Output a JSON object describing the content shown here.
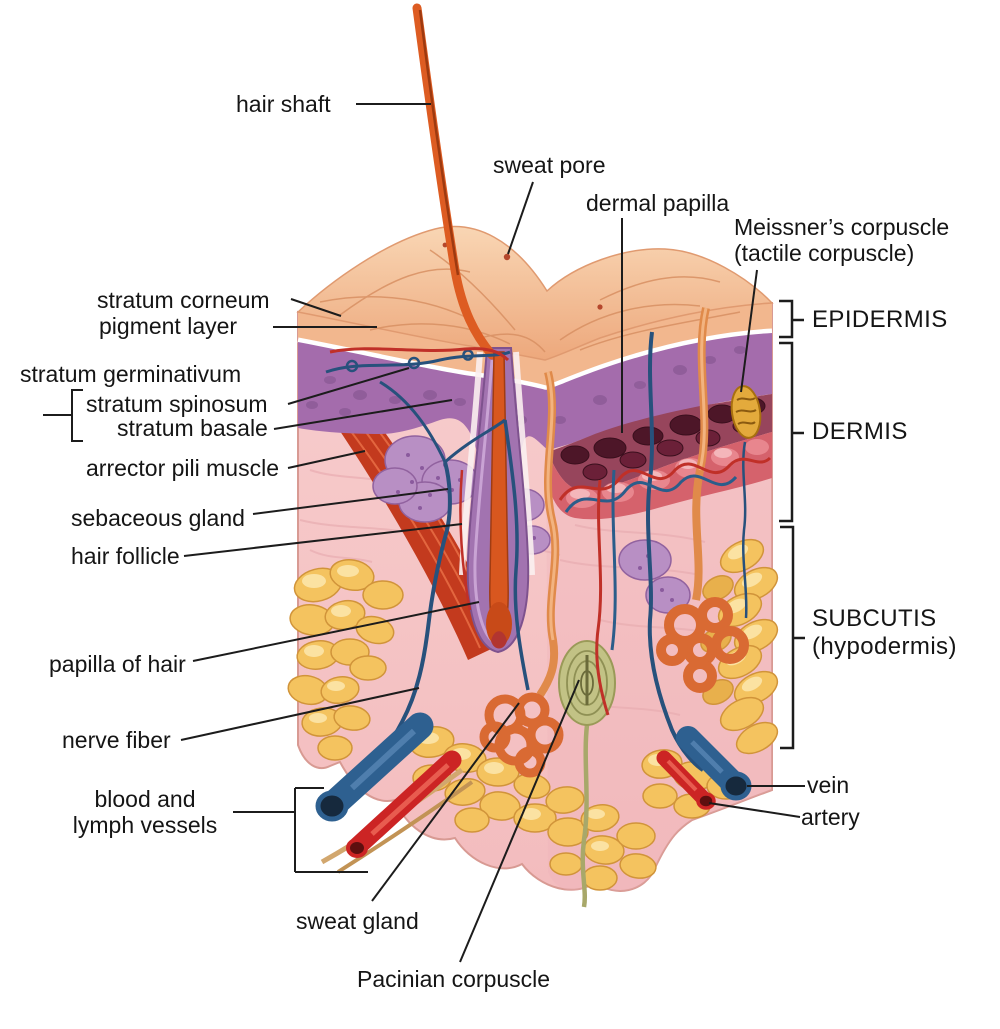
{
  "labels": {
    "hair_shaft": "hair shaft",
    "sweat_pore": "sweat pore",
    "dermal_papilla": "dermal papilla",
    "meissners_corpuscle": "Meissner’s corpuscle",
    "meissners_corpuscle_alt": "(tactile corpuscle)",
    "stratum_corneum": "stratum corneum",
    "pigment_layer": "pigment layer",
    "stratum_germinativum": "stratum germinativum",
    "stratum_spinosum": "stratum spinosum",
    "stratum_basale": "stratum basale",
    "arrector_pili_muscle": "arrector pili muscle",
    "sebaceous_gland": "sebaceous gland",
    "hair_follicle": "hair follicle",
    "papilla_of_hair": "papilla of hair",
    "nerve_fiber": "nerve fiber",
    "blood_and_lymph_line1": "blood and",
    "blood_and_lymph_line2": "lymph vessels",
    "sweat_gland": "sweat gland",
    "pacinian_corpuscle": "Pacinian corpuscle",
    "vein": "vein",
    "artery": "artery",
    "epidermis": "EPIDERMIS",
    "dermis": "DERMIS",
    "subcutis": "SUBCUTIS",
    "subcutis_alt": "(hypodermis)"
  },
  "colors": {
    "background": "#ffffff",
    "leader_line": "#1c1c1c",
    "label_text": "#151515",
    "skin_surface_peach": "#f2b78e",
    "epidermis_purple": "#a46cac",
    "pigment_band_maroon": "#97455c",
    "papillae_red": "#d5626c",
    "dermis_pink": "#f5c6c6",
    "fat_yellow": "#f4c35f",
    "hair_orange": "#d8571f",
    "muscle_red": "#c33a1e",
    "vein_blue": "#2e6090",
    "artery_red": "#cc2424",
    "nerve_blue": "#27517c",
    "pacinian_olive": "#b9b97a",
    "meissner_gold": "#e3aa3c"
  }
}
